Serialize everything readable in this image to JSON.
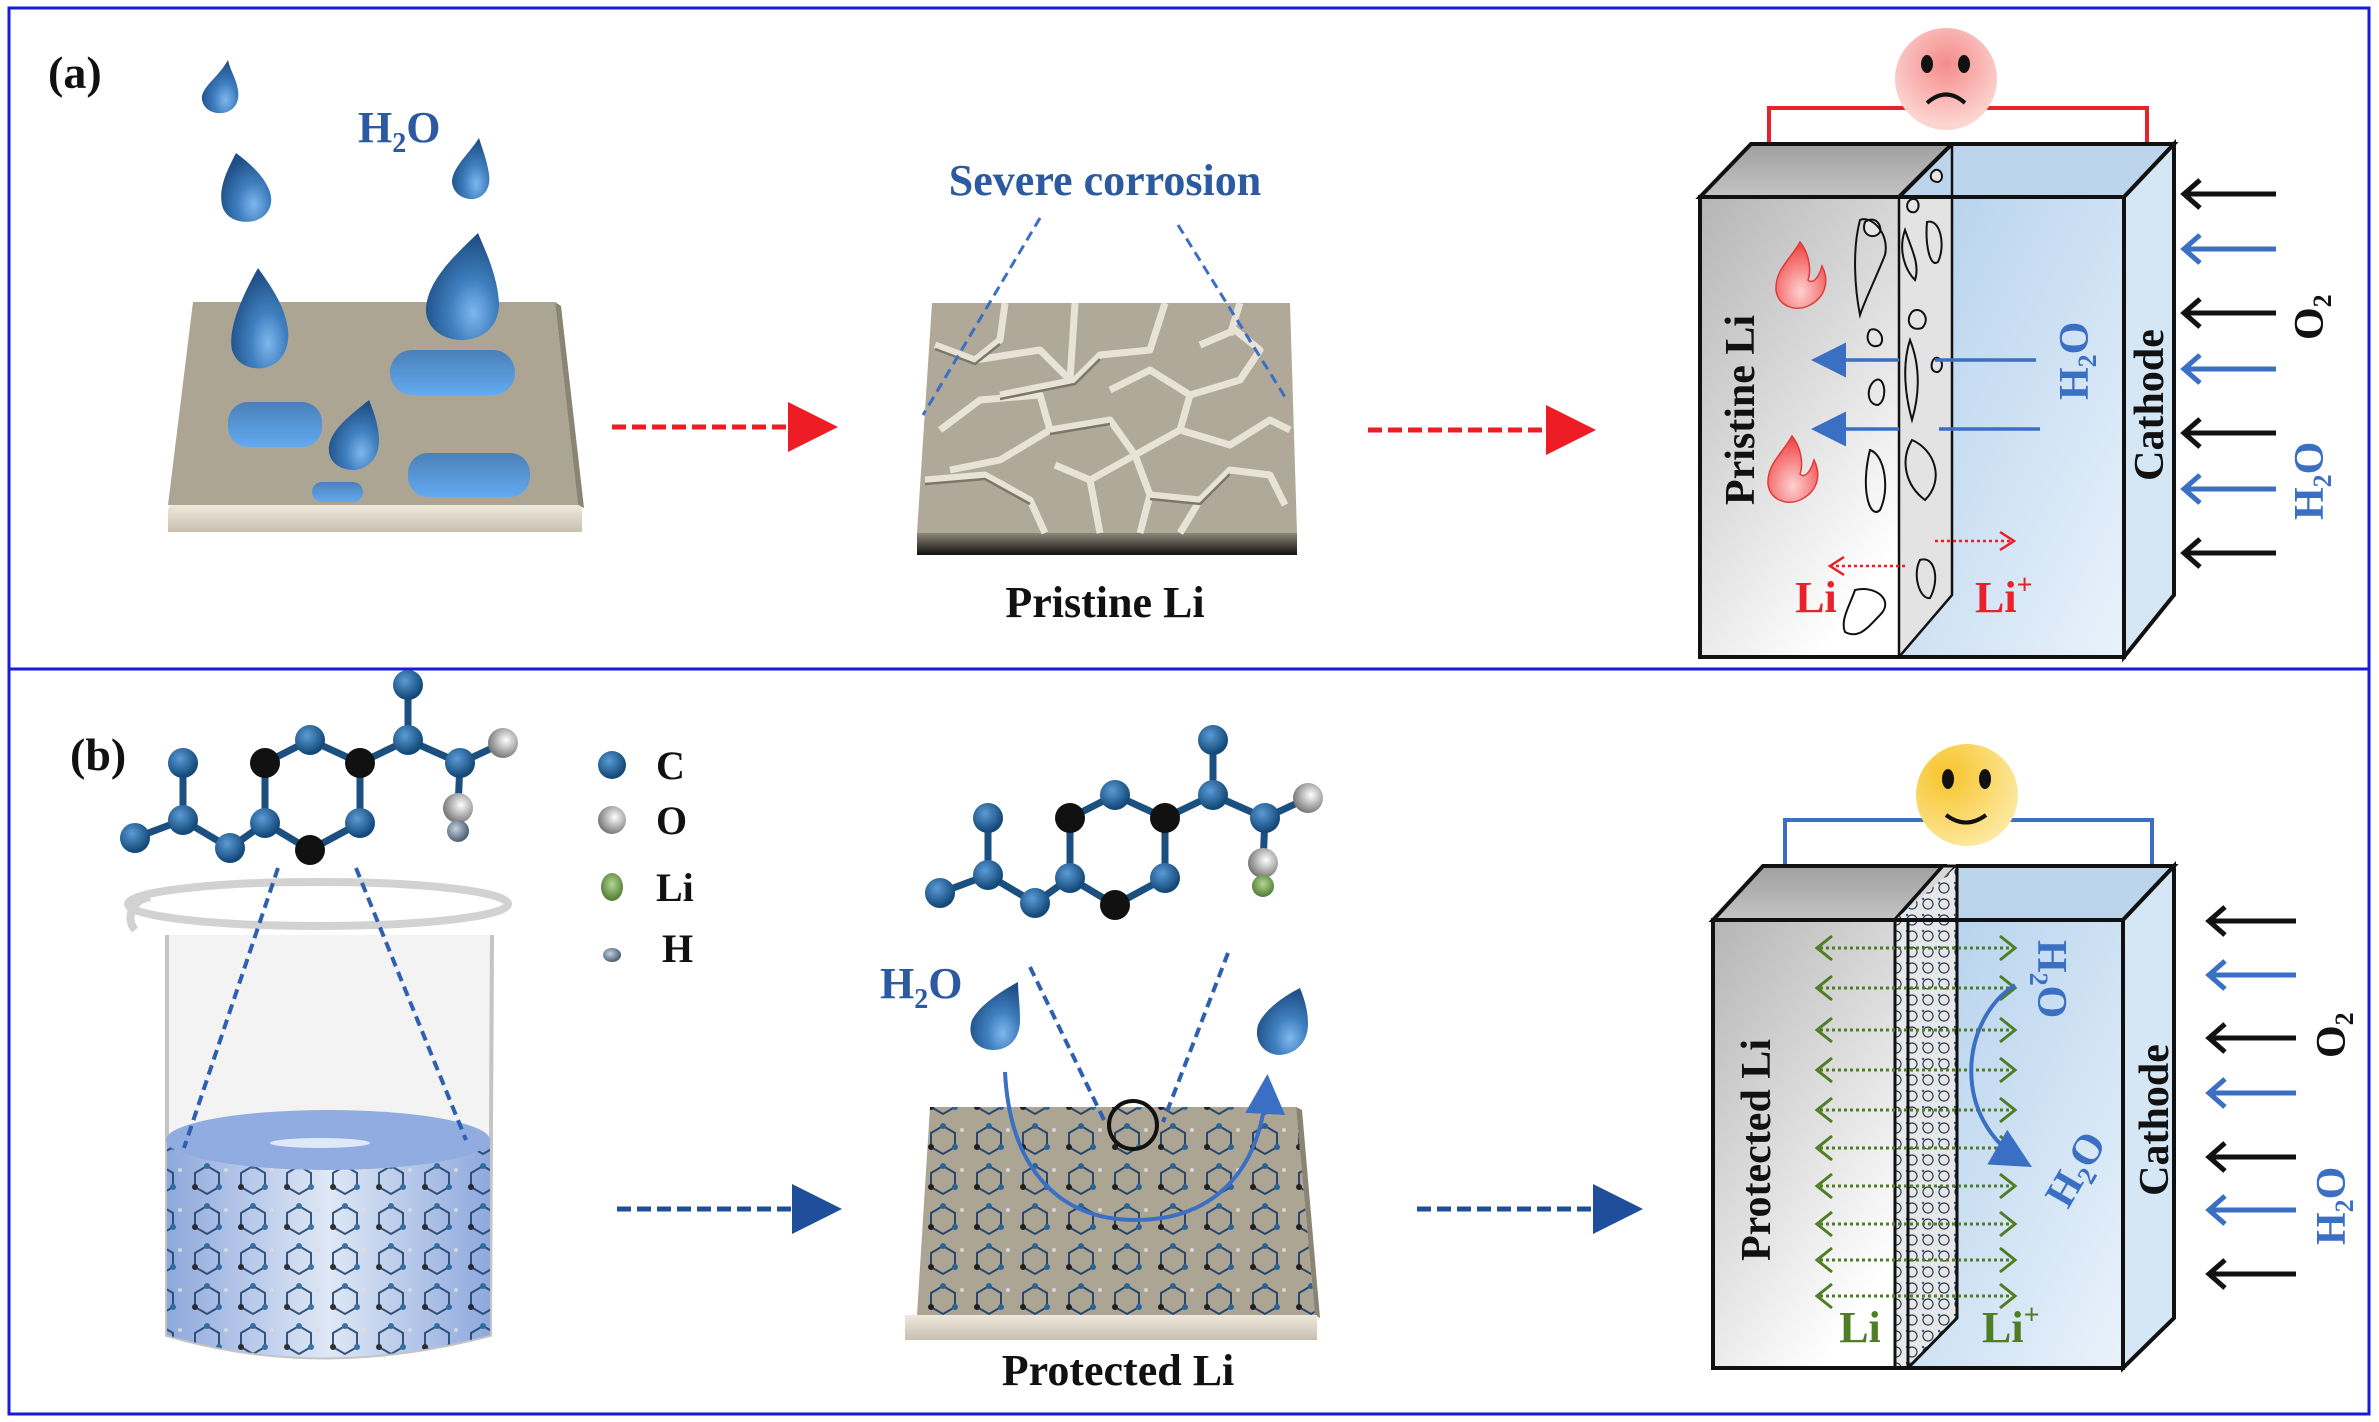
{
  "figure": {
    "panels": [
      {
        "id": "a",
        "label": "(a)",
        "water_label_prefix": "H",
        "water_label_sub": "2",
        "water_label_suffix": "O",
        "middle_title": "Severe corrosion",
        "middle_caption": "Pristine Li",
        "battery": {
          "anode_label": "Pristine Li",
          "cathode_label": "Cathode",
          "inner_water_label": "H2O",
          "li_label": "Li",
          "li_ion_label": "Li",
          "li_ion_sup": "+",
          "status_face": "sad",
          "wire_color": "#e8222a"
        },
        "arrow_color": "#ee1c24",
        "gas_labels": {
          "o2_main": "O",
          "o2_sub": "2",
          "h2o_h": "H",
          "h2o_sub": "2",
          "h2o_o": "O"
        }
      },
      {
        "id": "b",
        "label": "(b)",
        "legend": [
          {
            "element": "C",
            "color": "#1d5e96"
          },
          {
            "element": "O",
            "color": "#d9d9d9"
          },
          {
            "element": "Li",
            "color": "#7aa55a"
          },
          {
            "element": "H",
            "color": "#7d8ea3"
          }
        ],
        "water_label_prefix": "H",
        "water_label_sub": "2",
        "water_label_suffix": "O",
        "middle_caption": "Protected Li",
        "battery": {
          "anode_label": "Protected Li",
          "cathode_label": "Cathode",
          "inner_water_label": "H2O",
          "li_label": "Li",
          "li_ion_label": "Li",
          "li_ion_sup": "+",
          "status_face": "happy",
          "wire_color": "#3a6fc4"
        },
        "arrow_color": "#1f4e9a",
        "gas_labels": {
          "o2_main": "O",
          "o2_sub": "2",
          "h2o_h": "H",
          "h2o_sub": "2",
          "h2o_o": "O"
        }
      }
    ],
    "colors": {
      "frame": "#1a1adb",
      "water_blue": "#4a86c8",
      "label_blue": "#2c5aa0",
      "li_green": "#4e7d23",
      "cathode_fill": "#bcd5ec",
      "anode_fill": "#c9c9c9"
    }
  }
}
